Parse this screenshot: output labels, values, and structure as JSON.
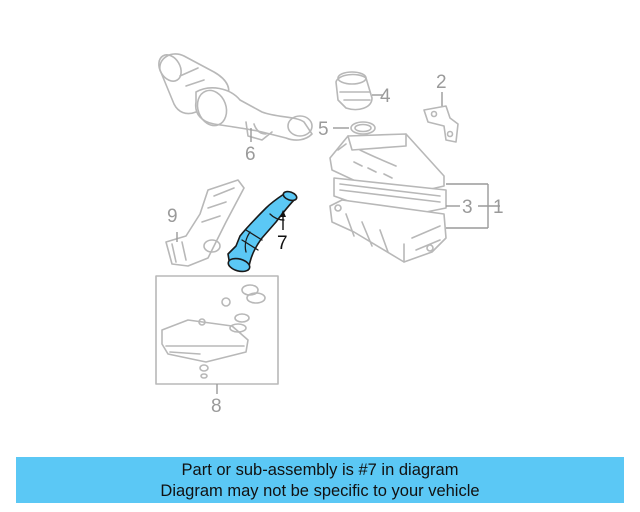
{
  "callouts": {
    "c1": "1",
    "c2": "2",
    "c3": "3",
    "c4": "4",
    "c5": "5",
    "c6": "6",
    "c7": "7",
    "c8": "8",
    "c9": "9"
  },
  "highlighted_part": "7",
  "colors": {
    "highlight": "#5bc8f5",
    "banner": "#5bc8f5",
    "ghost_lines": "#b8b8b8"
  },
  "banner": {
    "line1": "Part or sub-assembly is #7 in diagram",
    "line2": "Diagram may not be specific to your vehicle"
  }
}
